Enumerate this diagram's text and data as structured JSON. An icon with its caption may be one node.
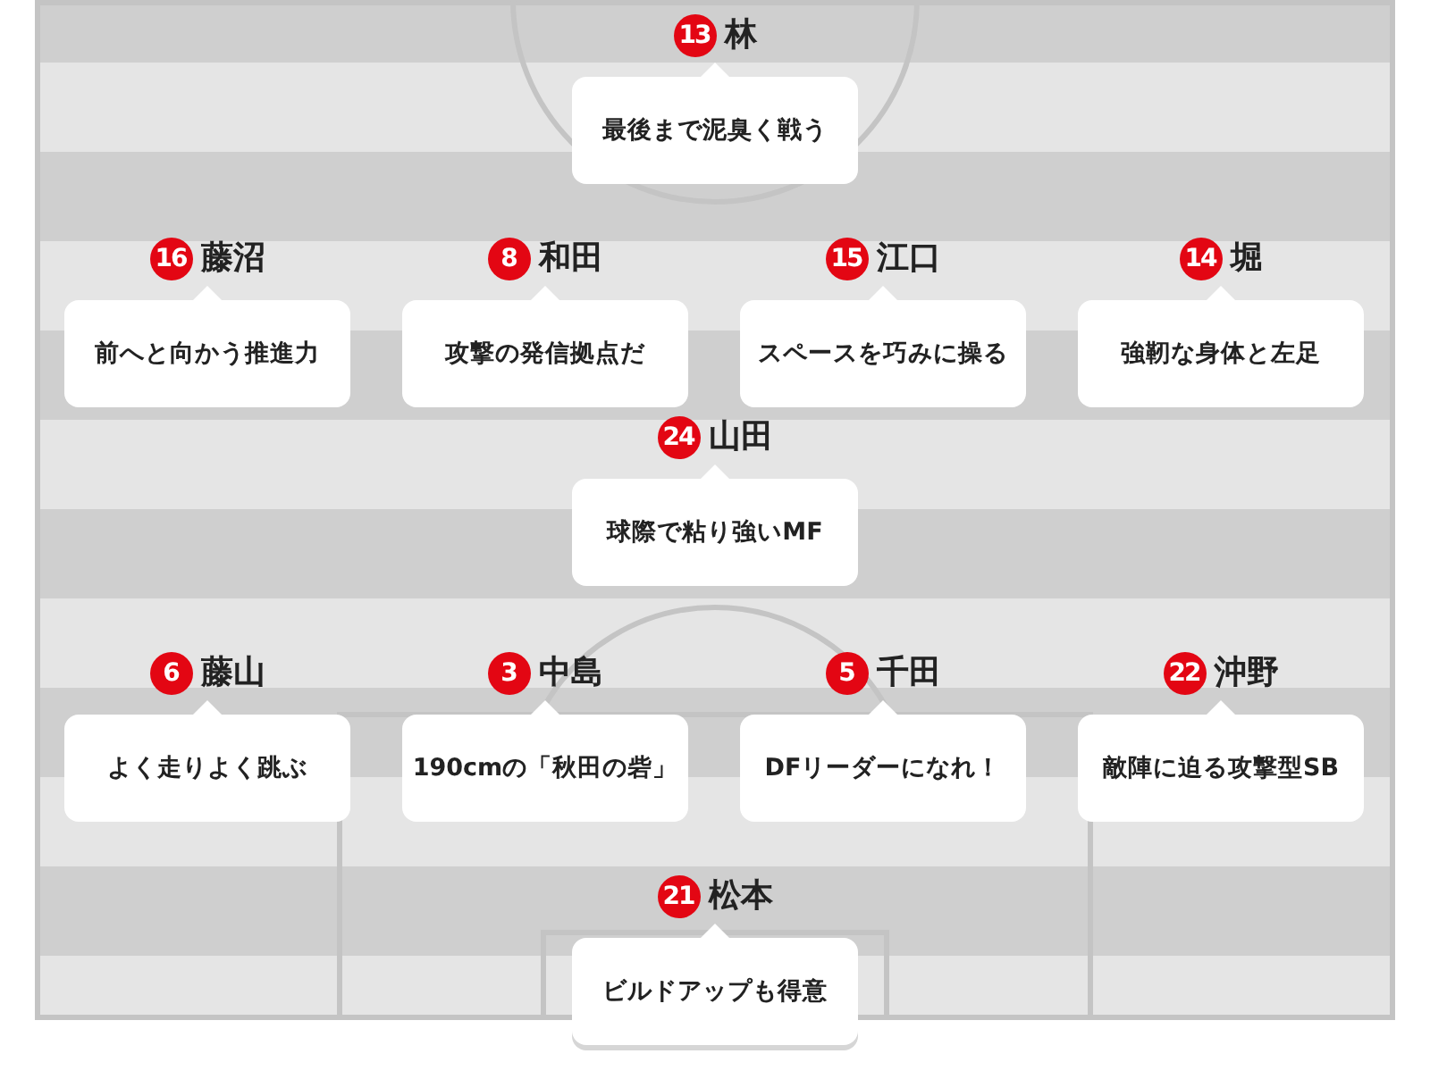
{
  "diagram": {
    "nodes": [
      {
        "text": [
          "13",
          "林",
          "最後まで泥臭く戦う"
        ]
      },
      {
        "text": [
          "16",
          "藤沼",
          "前へと向かう推進力"
        ]
      },
      {
        "text": [
          "8",
          "和田",
          "攻撃の発信拠点だ"
        ]
      },
      {
        "text": [
          "15",
          "江口",
          "スペースを巧みに操る"
        ]
      },
      {
        "text": [
          "14",
          "堀",
          "強靭な身体と左足"
        ]
      },
      {
        "text": [
          "24",
          "山田",
          "球際で粘り強いMF"
        ]
      },
      {
        "text": [
          "6",
          "藤山",
          "よく走りよく跳ぶ"
        ]
      },
      {
        "text": [
          "3",
          "中島",
          "190cmの「秋田の砦」"
        ]
      },
      {
        "text": [
          "5",
          "千田",
          "DFリーダーになれ！"
        ]
      },
      {
        "text": [
          "22",
          "沖野",
          "敵陣に迫る攻撃型SB"
        ]
      },
      {
        "text": [
          "21",
          "松本",
          "ビルドアップも得意"
        ]
      }
    ]
  }
}
